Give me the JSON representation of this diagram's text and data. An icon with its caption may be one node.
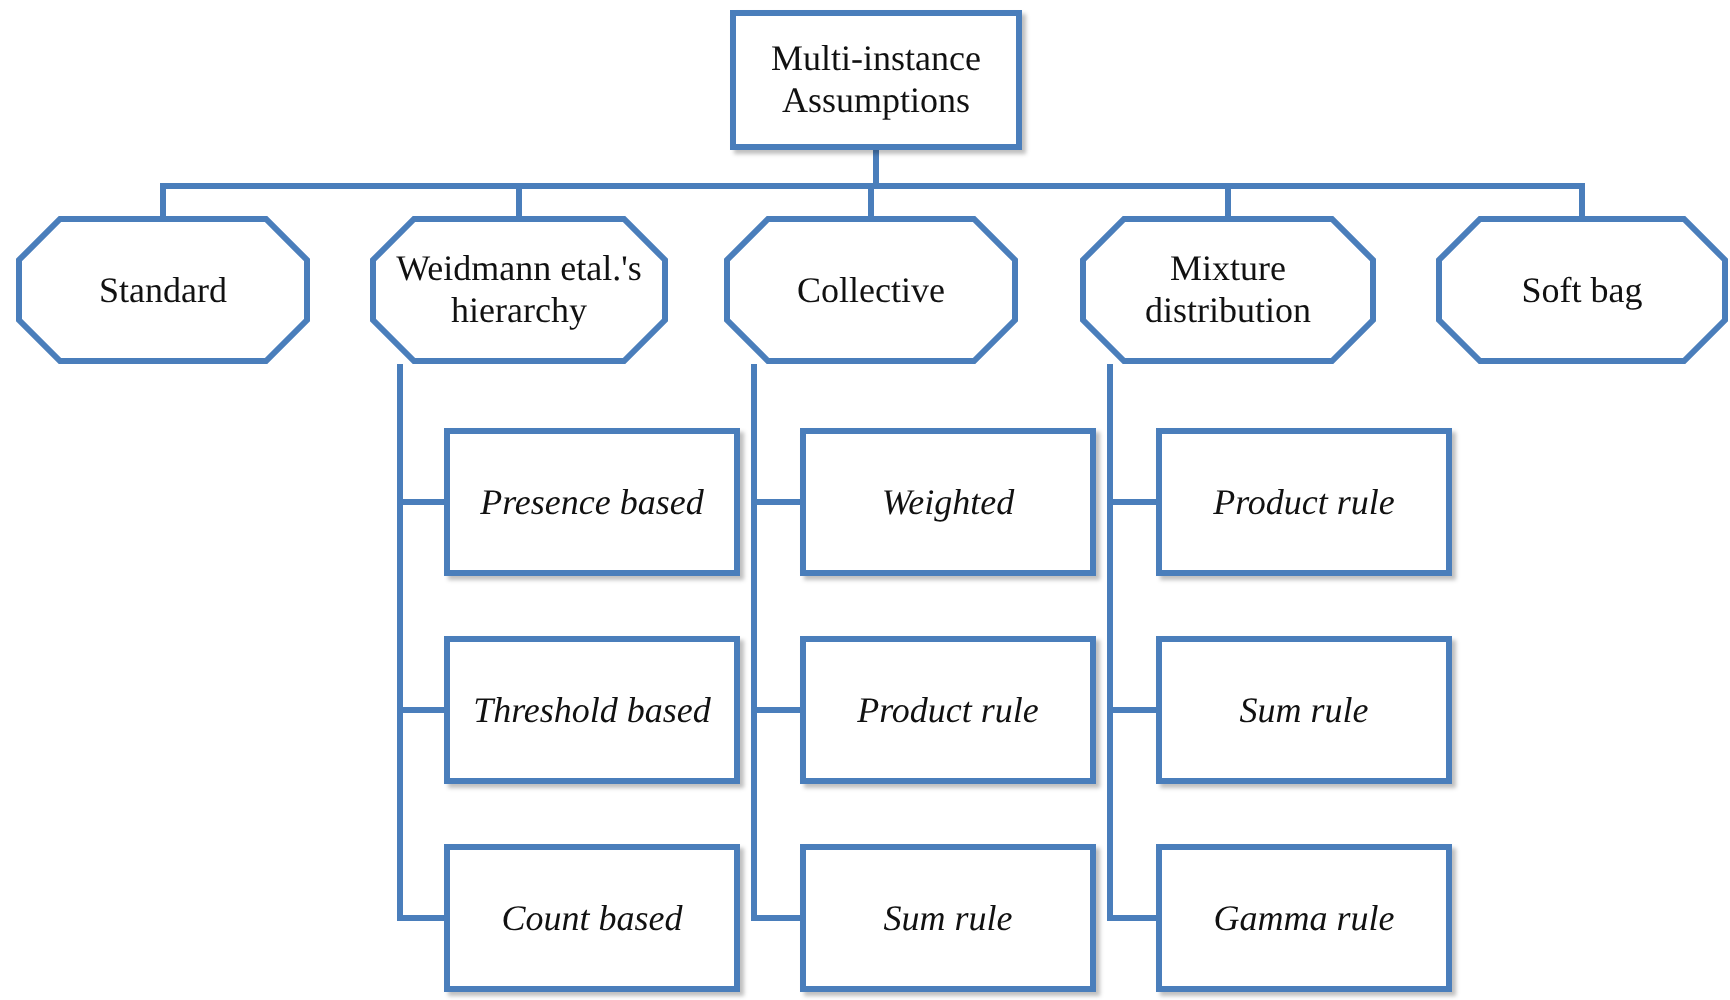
{
  "diagram": {
    "nodes": [
      {
        "text": [
          "Multi-instance Assumptions"
        ]
      },
      {
        "text": [
          "Standard"
        ]
      },
      {
        "text": [
          "Weidmann etal.'s hierarchy"
        ]
      },
      {
        "text": [
          "Collective"
        ]
      },
      {
        "text": [
          "Mixture distribution"
        ]
      },
      {
        "text": [
          "Soft bag"
        ]
      },
      {
        "text": [
          "Presence based"
        ]
      },
      {
        "text": [
          "Threshold based"
        ]
      },
      {
        "text": [
          "Count based"
        ]
      },
      {
        "text": [
          "Weighted"
        ]
      },
      {
        "text": [
          "Product rule"
        ]
      },
      {
        "text": [
          "Sum rule"
        ]
      },
      {
        "text": [
          "Product rule"
        ]
      },
      {
        "text": [
          "Sum rule"
        ]
      },
      {
        "text": [
          "Gamma rule"
        ]
      }
    ],
    "edges": [
      {
        "from": 0,
        "to": 1,
        "arrow": "none"
      },
      {
        "from": 0,
        "to": 2,
        "arrow": "none"
      },
      {
        "from": 0,
        "to": 3,
        "arrow": "none"
      },
      {
        "from": 0,
        "to": 4,
        "arrow": "none"
      },
      {
        "from": 0,
        "to": 5,
        "arrow": "none"
      },
      {
        "from": 2,
        "to": 6,
        "arrow": "none"
      },
      {
        "from": 2,
        "to": 7,
        "arrow": "none"
      },
      {
        "from": 2,
        "to": 8,
        "arrow": "none"
      },
      {
        "from": 3,
        "to": 9,
        "arrow": "none"
      },
      {
        "from": 3,
        "to": 10,
        "arrow": "none"
      },
      {
        "from": 3,
        "to": 11,
        "arrow": "none"
      },
      {
        "from": 4,
        "to": 12,
        "arrow": "none"
      },
      {
        "from": 4,
        "to": 13,
        "arrow": "none"
      },
      {
        "from": 4,
        "to": 14,
        "arrow": "none"
      }
    ]
  }
}
